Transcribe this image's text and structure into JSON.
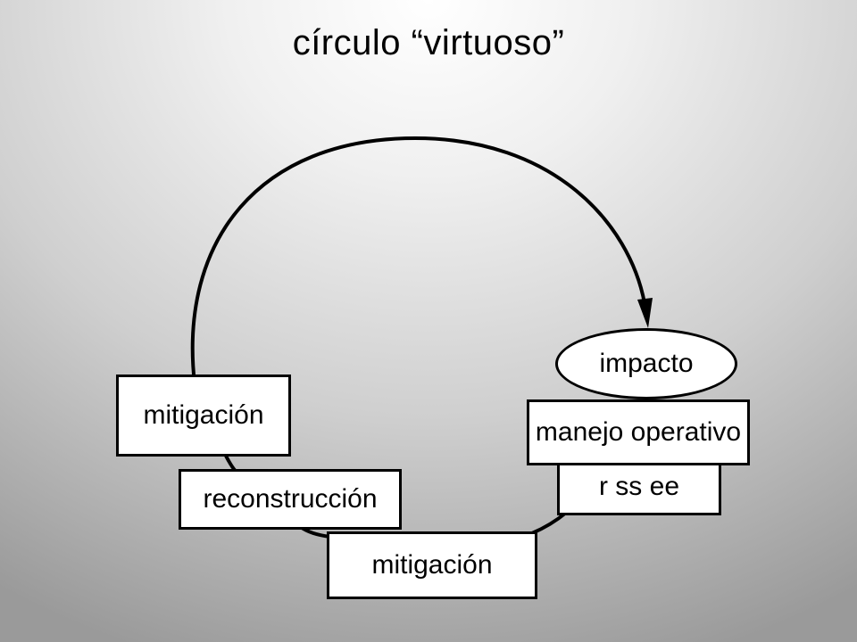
{
  "title": "círculo “virtuoso”",
  "nodes": {
    "impacto": "impacto",
    "manejo_operativo": "manejo operativo",
    "rssee": "r ss ee",
    "mitigacion_bottom": "mitigación",
    "reconstruccion": "reconstrucción",
    "mitigacion_left": "mitigación"
  }
}
